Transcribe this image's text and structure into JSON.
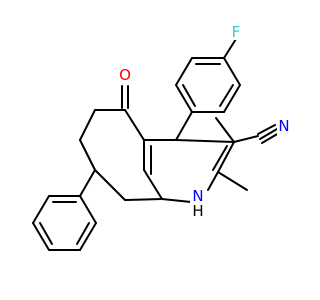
{
  "molecule": {
    "atoms": {
      "fluorine": "F",
      "oxygen": "O",
      "nitrogen_nitrile": "N",
      "nitrogen_ring": "N",
      "hydrogen": "H"
    },
    "colors": {
      "bond": "#000000",
      "fluorine": "#33cccc",
      "oxygen": "#ff0000",
      "nitrogen": "#0000ff",
      "hydrogen": "#000000"
    }
  }
}
